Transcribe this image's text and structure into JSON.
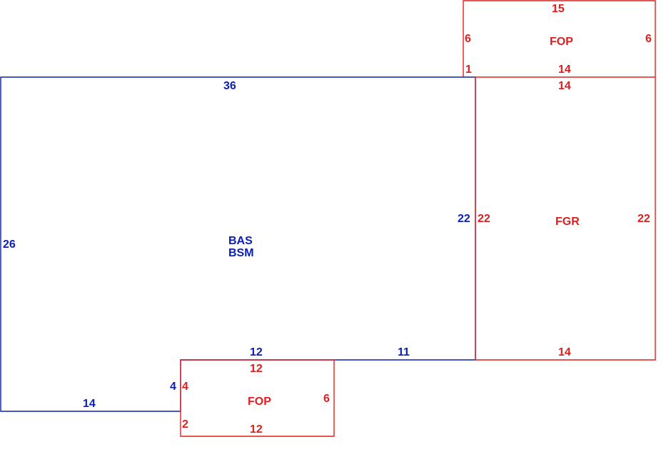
{
  "colors": {
    "main_living": "#0a1eb4",
    "garage_porch": "#e01e1e",
    "background": "#ffffff"
  },
  "areas": {
    "living": {
      "label_primary": "BAS",
      "label_secondary": "BSM",
      "dims": {
        "top": "36",
        "left": "26",
        "right": "22",
        "bottom_right": "11",
        "bottom_mid": "12",
        "bottom_left": "14",
        "step": "4"
      }
    },
    "top_porch": {
      "label": "FOP",
      "dims": {
        "top": "15",
        "left": "6",
        "right": "6",
        "bottom": "14",
        "offset": "1"
      }
    },
    "garage": {
      "label": "FGR",
      "dims": {
        "top": "14",
        "left": "22",
        "right": "22",
        "bottom": "14"
      }
    },
    "bottom_porch": {
      "label": "FOP",
      "dims": {
        "top": "12",
        "bottom": "12",
        "left_upper": "4",
        "left_lower": "2",
        "right": "6"
      }
    }
  }
}
